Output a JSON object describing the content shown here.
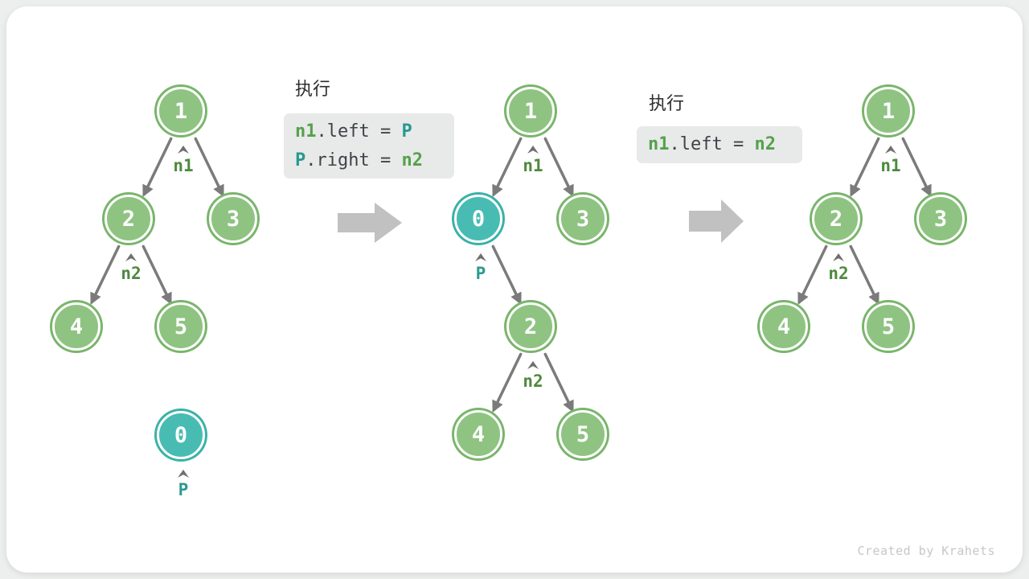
{
  "watermark": "Created by Krahets",
  "colors": {
    "node_green_fill": "#8fc382",
    "node_green_ring": "#79b56b",
    "node_teal_fill": "#48bcb3",
    "node_teal_ring": "#3ab1a8",
    "pointer_label_green": "#4d8a3d",
    "pointer_label_teal": "#2d9a91",
    "code_token_green": "#55a24b",
    "code_token_teal": "#27998f",
    "code_text": "#3e4347",
    "code_box_bg": "#e8e9e9",
    "edge_gray": "#7b7b7b",
    "flow_arrow_gray": "#c1c1c1"
  },
  "panels": [
    {
      "title": "执行",
      "lines": [
        {
          "tokens": [
            {
              "text": "n1",
              "color": "green"
            },
            {
              "text": ".left = ",
              "color": "plain"
            },
            {
              "text": "P",
              "color": "teal"
            }
          ]
        },
        {
          "tokens": [
            {
              "text": "P",
              "color": "teal"
            },
            {
              "text": ".right = ",
              "color": "plain"
            },
            {
              "text": "n2",
              "color": "green"
            }
          ]
        }
      ]
    },
    {
      "title": "执行",
      "lines": [
        {
          "tokens": [
            {
              "text": "n1",
              "color": "green"
            },
            {
              "text": ".left = ",
              "color": "plain"
            },
            {
              "text": "n2",
              "color": "green"
            }
          ]
        }
      ]
    }
  ],
  "trees": {
    "before": {
      "nodes": {
        "n1": "1",
        "n2": "2",
        "n3": "3",
        "n4": "4",
        "n5": "5",
        "p": "0"
      },
      "pointers": {
        "n1": "n1",
        "n2": "n2",
        "p": "P"
      }
    },
    "during": {
      "nodes": {
        "n1": "1",
        "p": "0",
        "n3": "3",
        "n2": "2",
        "n4": "4",
        "n5": "5"
      },
      "pointers": {
        "n1": "n1",
        "p": "P",
        "n2": "n2"
      }
    },
    "after": {
      "nodes": {
        "n1": "1",
        "n2": "2",
        "n3": "3",
        "n4": "4",
        "n5": "5"
      },
      "pointers": {
        "n1": "n1",
        "n2": "n2"
      }
    }
  }
}
